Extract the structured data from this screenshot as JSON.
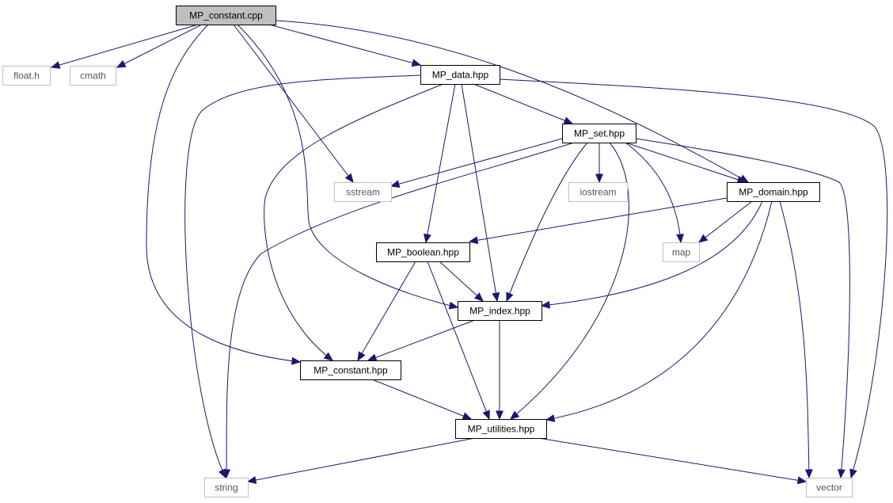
{
  "diagram": {
    "type": "include-dependency-graph",
    "colors": {
      "edge": "#191970",
      "local_border": "#000000",
      "external_border": "#bfbfbf",
      "root_fill": "#bfbfbf"
    },
    "nodes": [
      {
        "id": "mp_constant_cpp",
        "label": "MP_constant.cpp",
        "kind": "root"
      },
      {
        "id": "float_h",
        "label": "float.h",
        "kind": "external"
      },
      {
        "id": "cmath",
        "label": "cmath",
        "kind": "external"
      },
      {
        "id": "mp_data_hpp",
        "label": "MP_data.hpp",
        "kind": "local"
      },
      {
        "id": "mp_set_hpp",
        "label": "MP_set.hpp",
        "kind": "local"
      },
      {
        "id": "sstream",
        "label": "sstream",
        "kind": "external"
      },
      {
        "id": "iostream",
        "label": "iostream",
        "kind": "external"
      },
      {
        "id": "mp_domain_hpp",
        "label": "MP_domain.hpp",
        "kind": "local"
      },
      {
        "id": "mp_boolean_hpp",
        "label": "MP_boolean.hpp",
        "kind": "local"
      },
      {
        "id": "map",
        "label": "map",
        "kind": "external"
      },
      {
        "id": "mp_index_hpp",
        "label": "MP_index.hpp",
        "kind": "local"
      },
      {
        "id": "mp_constant_hpp",
        "label": "MP_constant.hpp",
        "kind": "local"
      },
      {
        "id": "mp_utilities_hpp",
        "label": "MP_utilities.hpp",
        "kind": "local"
      },
      {
        "id": "string",
        "label": "string",
        "kind": "external"
      },
      {
        "id": "vector",
        "label": "vector",
        "kind": "external"
      }
    ],
    "edges": [
      {
        "from": "mp_constant_cpp",
        "to": "float_h"
      },
      {
        "from": "mp_constant_cpp",
        "to": "cmath"
      },
      {
        "from": "mp_constant_cpp",
        "to": "mp_data_hpp"
      },
      {
        "from": "mp_constant_cpp",
        "to": "mp_domain_hpp"
      },
      {
        "from": "mp_constant_cpp",
        "to": "sstream"
      },
      {
        "from": "mp_constant_cpp",
        "to": "mp_index_hpp"
      },
      {
        "from": "mp_constant_cpp",
        "to": "mp_constant_hpp"
      },
      {
        "from": "mp_data_hpp",
        "to": "mp_set_hpp"
      },
      {
        "from": "mp_data_hpp",
        "to": "string"
      },
      {
        "from": "mp_data_hpp",
        "to": "vector"
      },
      {
        "from": "mp_data_hpp",
        "to": "mp_boolean_hpp"
      },
      {
        "from": "mp_data_hpp",
        "to": "mp_index_hpp"
      },
      {
        "from": "mp_data_hpp",
        "to": "mp_constant_hpp"
      },
      {
        "from": "mp_set_hpp",
        "to": "sstream"
      },
      {
        "from": "mp_set_hpp",
        "to": "iostream"
      },
      {
        "from": "mp_set_hpp",
        "to": "mp_domain_hpp"
      },
      {
        "from": "mp_set_hpp",
        "to": "map"
      },
      {
        "from": "mp_set_hpp",
        "to": "vector"
      },
      {
        "from": "mp_set_hpp",
        "to": "string"
      },
      {
        "from": "mp_set_hpp",
        "to": "mp_index_hpp"
      },
      {
        "from": "mp_set_hpp",
        "to": "mp_utilities_hpp"
      },
      {
        "from": "mp_domain_hpp",
        "to": "mp_boolean_hpp"
      },
      {
        "from": "mp_domain_hpp",
        "to": "map"
      },
      {
        "from": "mp_domain_hpp",
        "to": "mp_index_hpp"
      },
      {
        "from": "mp_domain_hpp",
        "to": "mp_utilities_hpp"
      },
      {
        "from": "mp_domain_hpp",
        "to": "vector"
      },
      {
        "from": "mp_boolean_hpp",
        "to": "mp_index_hpp"
      },
      {
        "from": "mp_boolean_hpp",
        "to": "mp_constant_hpp"
      },
      {
        "from": "mp_boolean_hpp",
        "to": "mp_utilities_hpp"
      },
      {
        "from": "mp_index_hpp",
        "to": "mp_constant_hpp"
      },
      {
        "from": "mp_index_hpp",
        "to": "mp_utilities_hpp"
      },
      {
        "from": "mp_constant_hpp",
        "to": "mp_utilities_hpp"
      },
      {
        "from": "mp_utilities_hpp",
        "to": "string"
      },
      {
        "from": "mp_utilities_hpp",
        "to": "vector"
      }
    ]
  }
}
